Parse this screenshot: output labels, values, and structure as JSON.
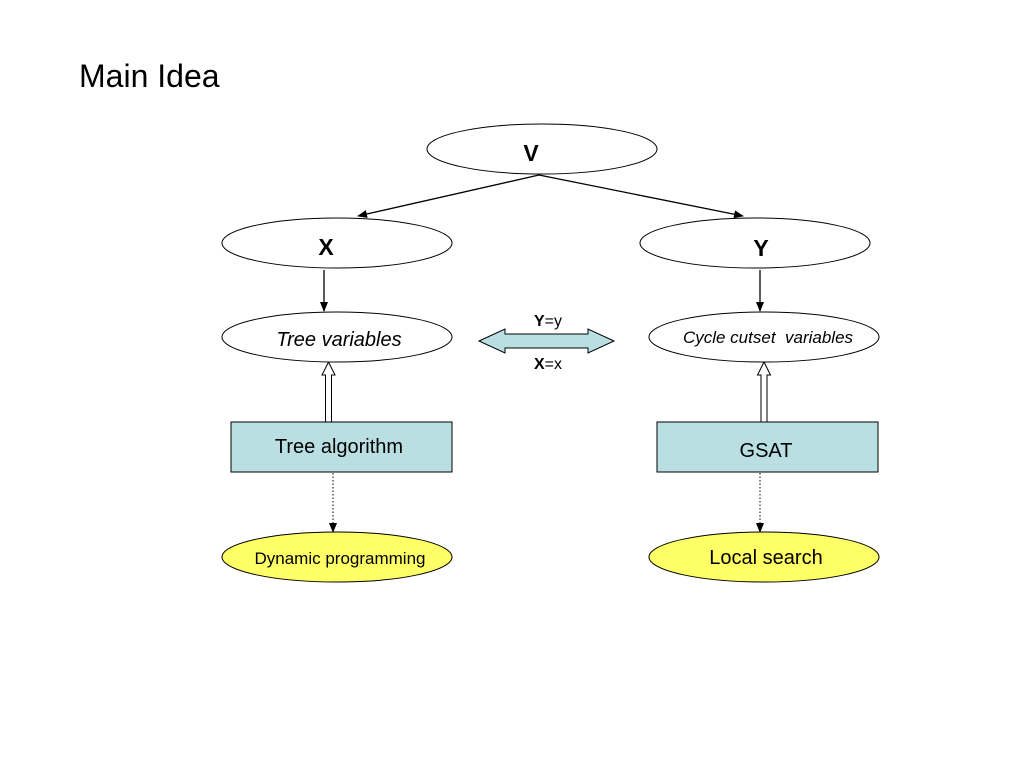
{
  "slide": {
    "title": "Main Idea"
  },
  "nodes": {
    "v": "V",
    "x": "X",
    "y": "Y",
    "tree_vars": "Tree variables",
    "cycle_vars": "Cycle cutset  variables",
    "tree_algo": "Tree algorithm",
    "gsat": "GSAT",
    "dyn_prog": "Dynamic programming",
    "local_search": "Local search"
  },
  "exchange": {
    "top_bold": "Y",
    "top_rest": "=y",
    "bottom_bold": "X",
    "bottom_rest": "=x"
  },
  "colors": {
    "box_fill": "#b9dfe2",
    "yellow_fill": "#ffff66",
    "arrow_fill": "#b9dfe2"
  }
}
